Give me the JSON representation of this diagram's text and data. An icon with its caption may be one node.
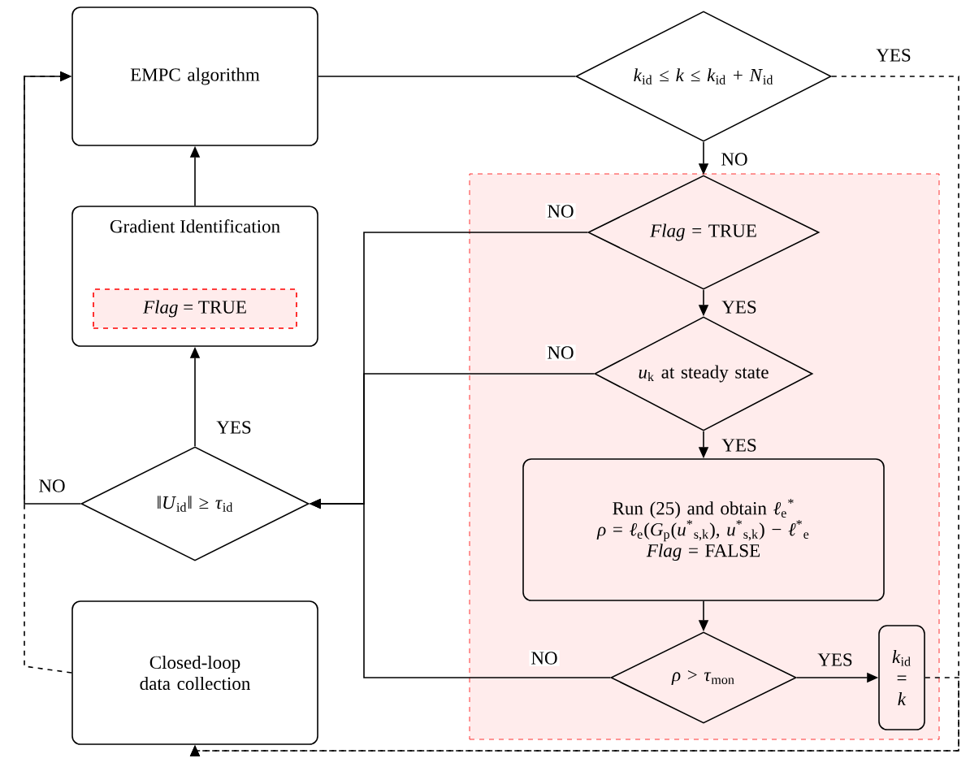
{
  "diagram": {
    "nodes": [
      {
        "text": [
          "EMPC algorithm"
        ]
      },
      {
        "text": [
          "Gradient Identification"
        ]
      },
      {
        "text": [
          "*Flag* = TRUE"
        ],
        "in": 1
      },
      {
        "text": [
          "*k*$_{id}$ ≤ *k* ≤ *k*$_{id}$ + *N*$_{id}$"
        ]
      },
      {
        "text": [],
        "shape": "box"
      },
      {
        "text": [
          "*Flag* = TRUE"
        ],
        "in": 4
      },
      {
        "text": [
          "*u*$_{k}$ at steady state"
        ],
        "in": 4
      },
      {
        "text": [
          "Run (25) and obtain *ℓ*$_{e}$$^{*}$",
          "*ρ* = *ℓ*$_{e}$(*G*$_{p}$(*u*$^{*}$$_{s,k}$), *u*$^{*}$$_{s,k}$) − *ℓ*$^{*}$$_{e}$",
          "*Flag* = FALSE"
        ],
        "in": 4
      },
      {
        "text": [
          "*ρ* > *τ*$_{mon}$"
        ],
        "in": 4
      },
      {
        "text": [
          "*k*$_{id}$",
          "=",
          "*k*"
        ],
        "in": 4
      },
      {
        "text": [
          "‖*U*$_{id}$‖ ≥ *τ*$_{id}$"
        ]
      },
      {
        "text": [
          "Closed-loop data collection"
        ]
      }
    ],
    "edges": [
      {
        "from": 0,
        "to": 3,
        "arrow": "none"
      },
      {
        "from": 3,
        "to": 5,
        "arrow": "to",
        "label": "NO"
      },
      {
        "from": 3,
        "to": 11,
        "arrow": "to",
        "label": "YES",
        "style": "dashed"
      },
      {
        "from": 5,
        "to": 6,
        "arrow": "to",
        "label": "YES"
      },
      {
        "from": 6,
        "to": 7,
        "arrow": "to",
        "label": "YES"
      },
      {
        "from": 7,
        "to": 8,
        "arrow": "to"
      },
      {
        "from": 8,
        "to": 9,
        "arrow": "to",
        "label": "YES"
      },
      {
        "from": 9,
        "to": 11,
        "arrow": "to",
        "style": "dashed"
      },
      {
        "from": 5,
        "to": 10,
        "arrow": "to",
        "label": "NO"
      },
      {
        "from": 6,
        "to": 10,
        "arrow": "to",
        "label": "NO"
      },
      {
        "from": 8,
        "to": 10,
        "arrow": "to",
        "label": "NO"
      },
      {
        "from": 10,
        "to": 1,
        "arrow": "to",
        "label": "YES"
      },
      {
        "from": 1,
        "to": 0,
        "arrow": "to"
      },
      {
        "from": 10,
        "to": 0,
        "arrow": "to",
        "label": "NO"
      },
      {
        "from": 11,
        "to": 0,
        "arrow": "to",
        "style": "dashed"
      }
    ]
  }
}
